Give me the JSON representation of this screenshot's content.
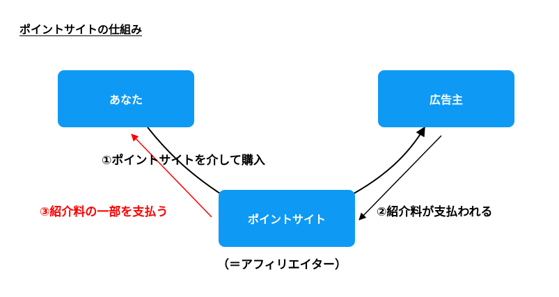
{
  "title": "ポイントサイトの仕組み",
  "nodes": {
    "you": "あなた",
    "advertiser": "広告主",
    "point_site": "ポイントサイト"
  },
  "point_site_note": "（＝アフィリエイター）",
  "edges": {
    "purchase": "①ポイントサイトを介して購入",
    "fee_payment": "②紹介料が支払われる",
    "fee_share": "③紹介料の一部を支払う"
  },
  "colors": {
    "node_fill": "#0e99f5",
    "node_text": "#ffffff",
    "highlight": "#ff0000",
    "line": "#000000"
  }
}
